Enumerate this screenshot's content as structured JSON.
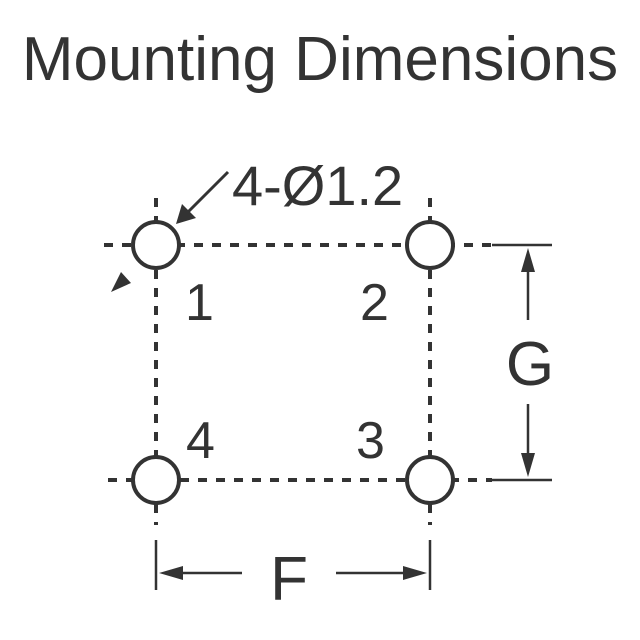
{
  "title": "Mounting Dimensions",
  "callout": "4-Ø1.2",
  "pins": [
    {
      "label": "1"
    },
    {
      "label": "2"
    },
    {
      "label": "3"
    },
    {
      "label": "4"
    }
  ],
  "dimensions": {
    "horizontal": "F",
    "vertical": "G"
  },
  "colors": {
    "ink": "#333333",
    "background": "#ffffff"
  }
}
